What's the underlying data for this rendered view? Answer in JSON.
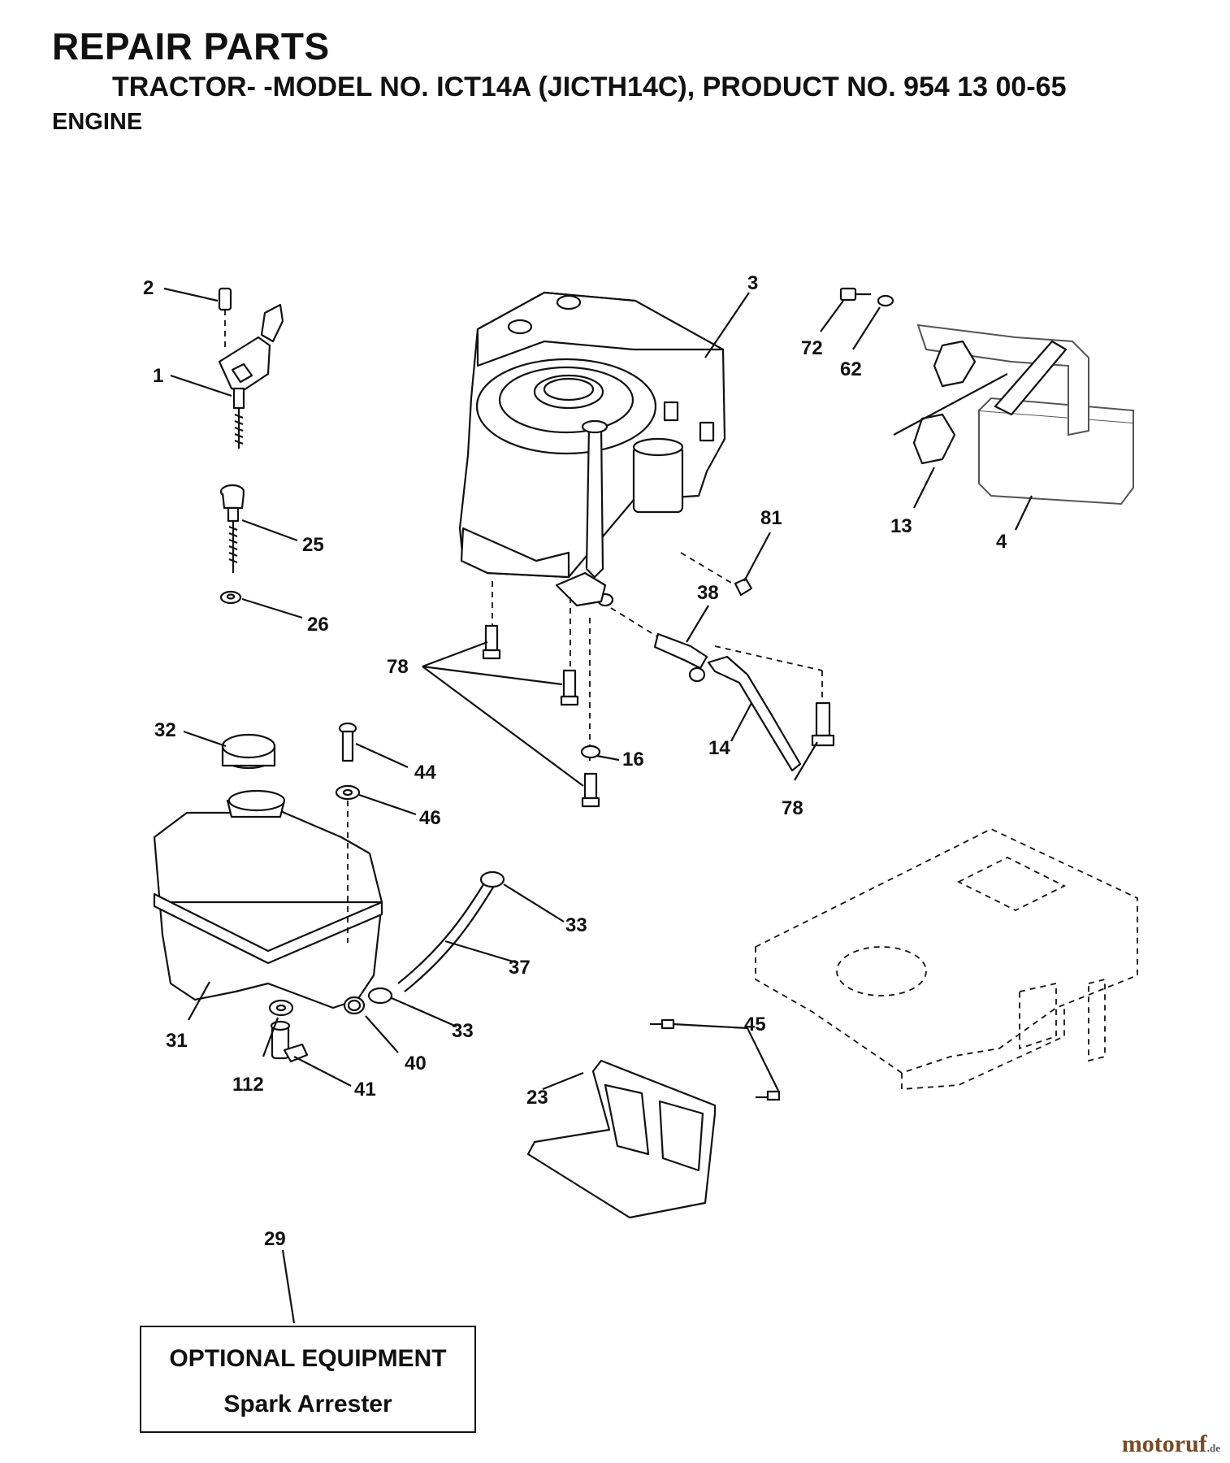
{
  "header": {
    "title": "REPAIR PARTS",
    "subtitle": "TRACTOR- -MODEL NO. ICT14A (JICTH14C), PRODUCT NO. 954 13 00-65",
    "section": "ENGINE"
  },
  "callouts": [
    {
      "id": "1"
    },
    {
      "id": "2"
    },
    {
      "id": "3"
    },
    {
      "id": "4"
    },
    {
      "id": "13"
    },
    {
      "id": "14"
    },
    {
      "id": "16"
    },
    {
      "id": "23"
    },
    {
      "id": "25"
    },
    {
      "id": "26"
    },
    {
      "id": "29"
    },
    {
      "id": "31"
    },
    {
      "id": "32"
    },
    {
      "id": "33a",
      "label": "33"
    },
    {
      "id": "33b",
      "label": "33"
    },
    {
      "id": "37"
    },
    {
      "id": "38"
    },
    {
      "id": "40"
    },
    {
      "id": "41"
    },
    {
      "id": "44"
    },
    {
      "id": "45"
    },
    {
      "id": "46"
    },
    {
      "id": "62"
    },
    {
      "id": "72"
    },
    {
      "id": "78a",
      "label": "78"
    },
    {
      "id": "78b",
      "label": "78"
    },
    {
      "id": "81"
    },
    {
      "id": "112"
    }
  ],
  "optional_box": {
    "heading": "OPTIONAL EQUIPMENT",
    "item": "Spark Arrester"
  },
  "watermark": {
    "text": "motoruf",
    "suffix": ".de"
  }
}
